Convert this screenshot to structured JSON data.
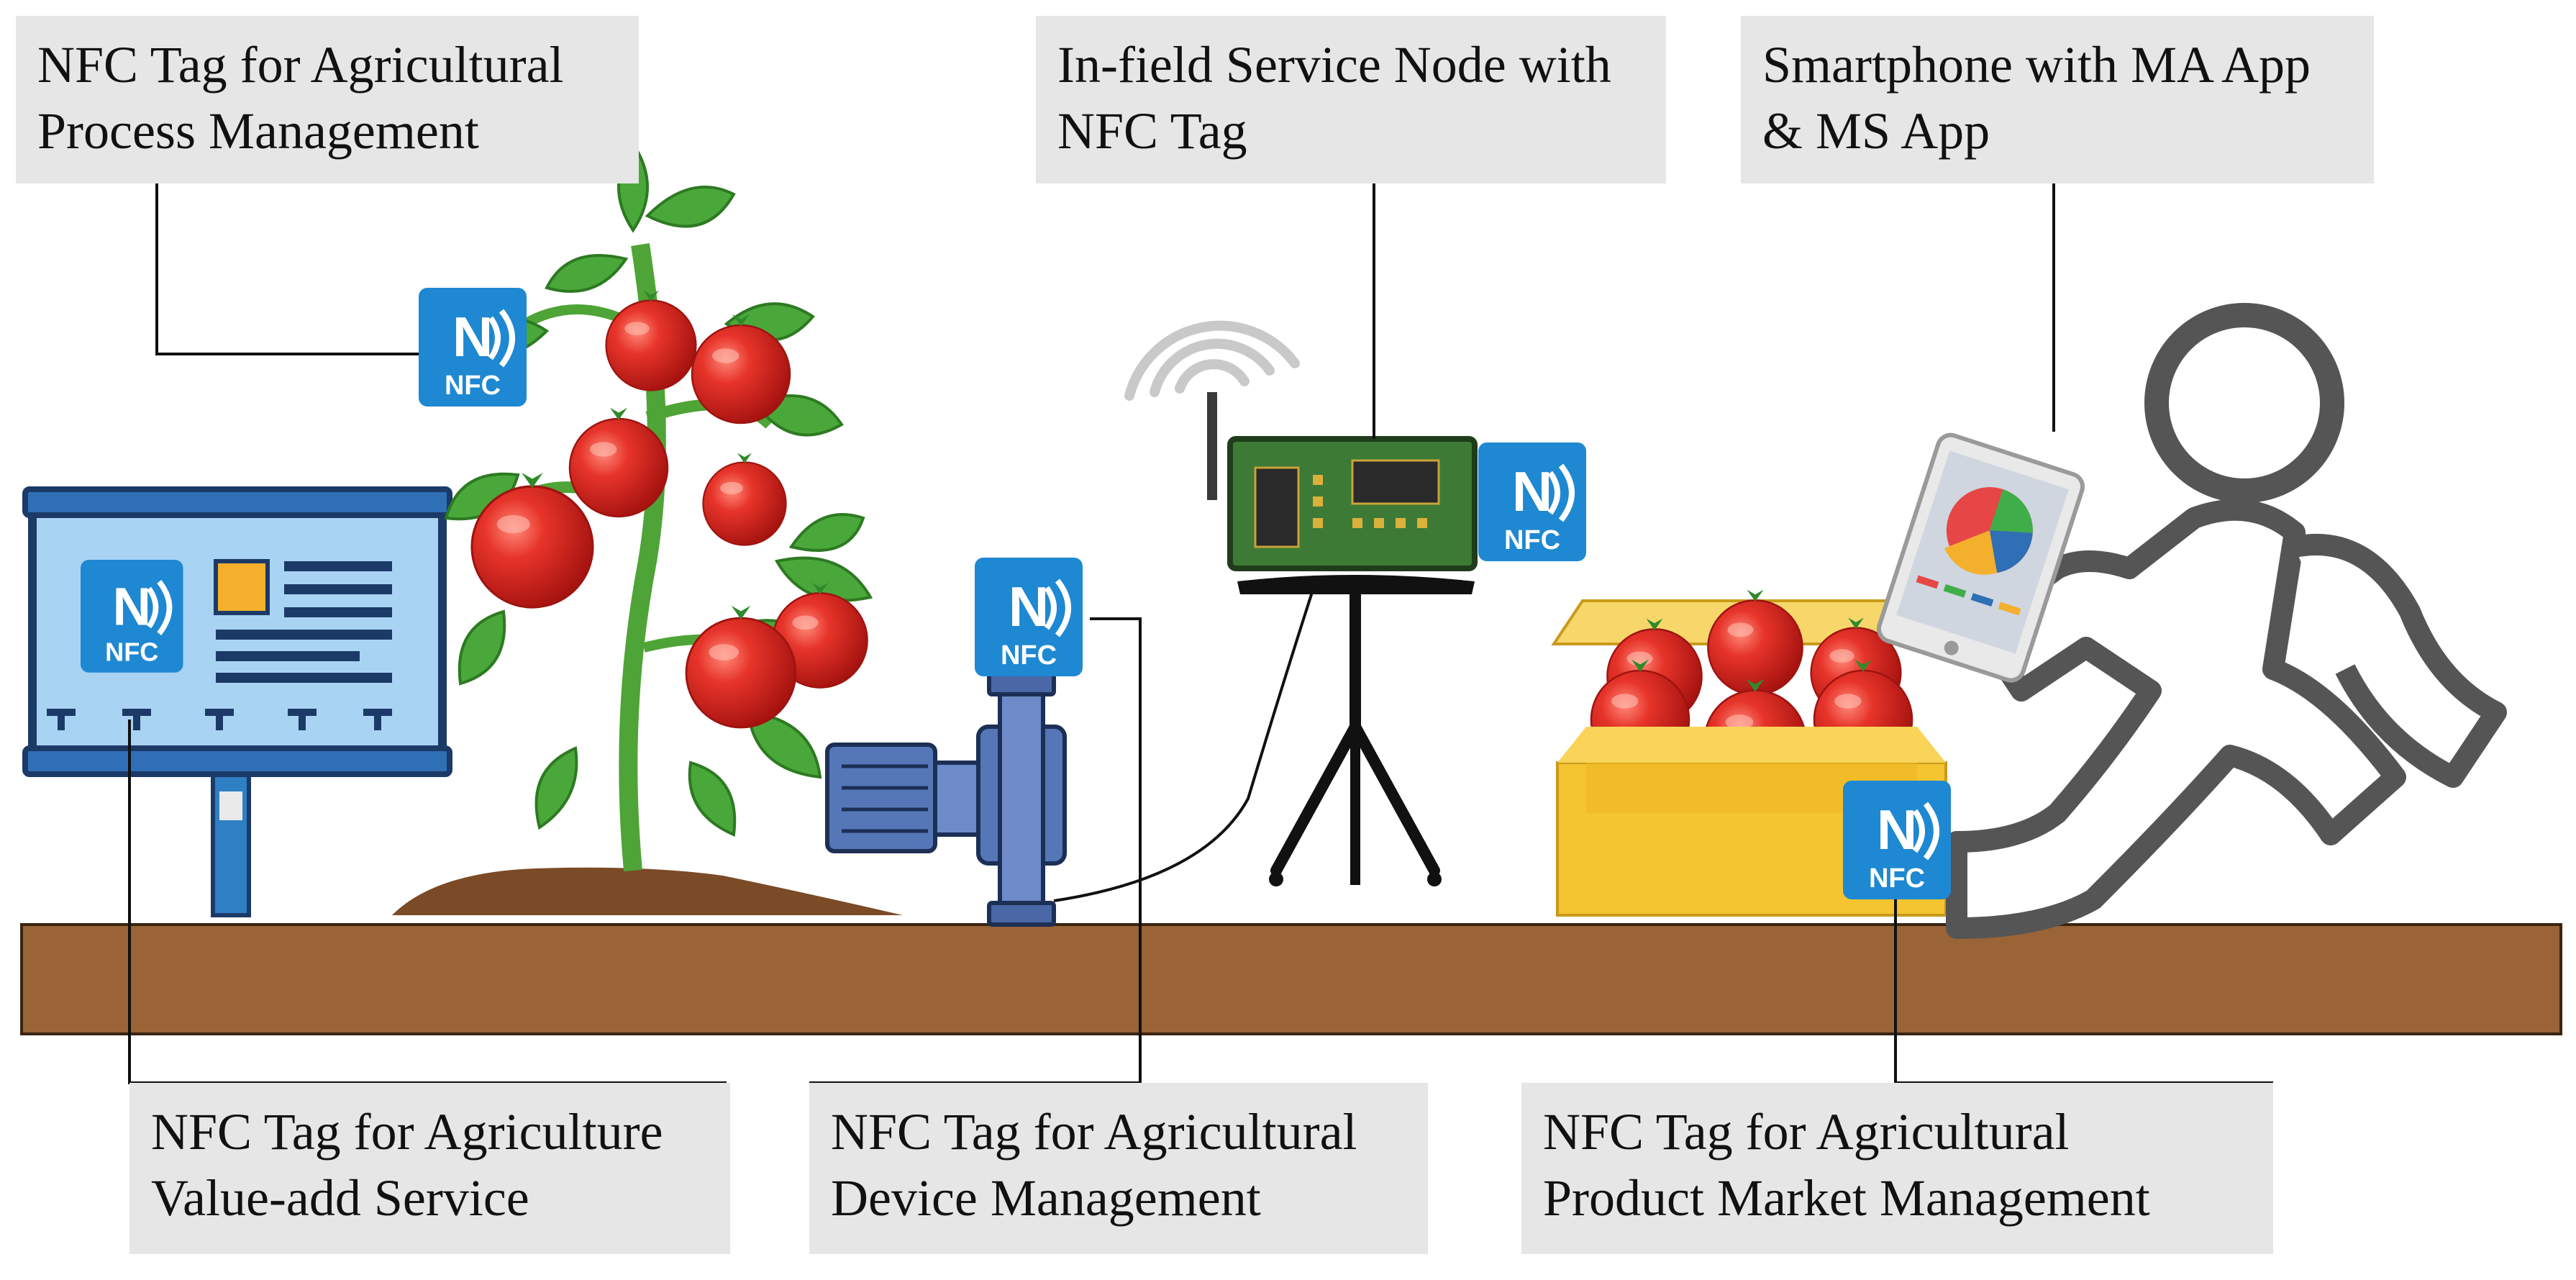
{
  "callouts": {
    "process": {
      "line1": "NFC Tag for Agricultural",
      "line2": "Process Management"
    },
    "node": {
      "line1": "In-field Service Node with",
      "line2": "NFC Tag"
    },
    "phone": {
      "line1": "Smartphone with MA App",
      "line2": "& MS App"
    },
    "value_add": {
      "line1": "NFC Tag for Agriculture",
      "line2": "Value-add Service"
    },
    "device": {
      "line1": "NFC Tag for Agricultural",
      "line2": "Device Management"
    },
    "market": {
      "line1": "NFC Tag for Agricultural",
      "line2": "Product Market Management"
    }
  },
  "nfc_tag": {
    "label": "NFC",
    "glyph": "N))"
  },
  "colors": {
    "soil": "#9a6436",
    "callout_bg": "#e6e6e6",
    "nfc_blue": "#1e88d2",
    "tomato_red": "#e0261f",
    "leaf_green": "#48b036",
    "crate_yellow": "#f5c431",
    "board_blue": "#a9d3f3",
    "board_dark": "#1c3a67",
    "pump_blue": "#5577b8",
    "pcb_green": "#3d7a35",
    "runner_gray": "#555555"
  }
}
